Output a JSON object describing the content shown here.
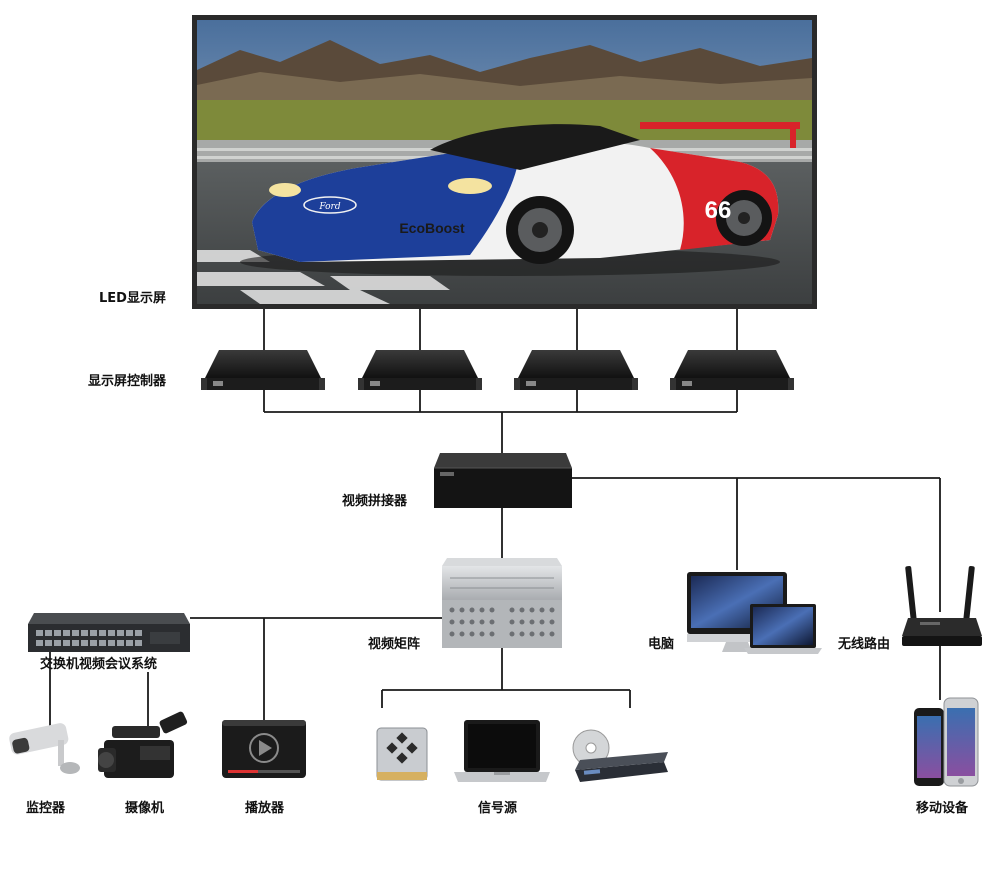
{
  "labels": {
    "led_screen": "LED显示屏",
    "screen_controller": "显示屏控制器",
    "video_splicer": "视频拼接器",
    "video_matrix": "视频矩阵",
    "switch_conference": "交换机视频会议系统",
    "monitor": "监控器",
    "camcorder": "摄像机",
    "player": "播放器",
    "signal_source": "信号源",
    "computer": "电脑",
    "wireless_router": "无线路由",
    "mobile_devices": "移动设备"
  },
  "screen_content": {
    "logo_text": "Ford",
    "brand_text": "EcoBoost",
    "race_number": "66"
  },
  "colors": {
    "wire": "#1a1a1a",
    "device_dark": "#1c1c1c",
    "device_silver": "#c9cbcd",
    "car_blue": "#1d3f9a",
    "car_red": "#d8232a",
    "car_white": "#f2f2f2"
  }
}
